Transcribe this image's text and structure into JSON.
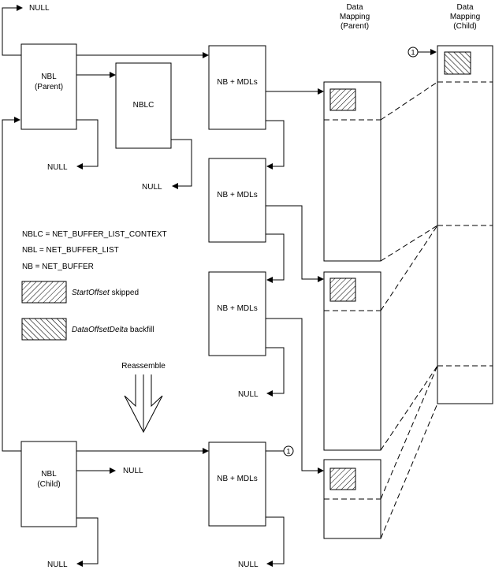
{
  "header": {
    "parent_title": [
      "Data",
      "Mapping",
      "(Parent)"
    ],
    "child_title": [
      "Data",
      "Mapping",
      "(Child)"
    ]
  },
  "boxes": {
    "nbl_parent": [
      "NBL",
      "(Parent)"
    ],
    "nblc": "NBLC",
    "nb_mdls": "NB + MDLs",
    "nbl_child": [
      "NBL",
      "(Child)"
    ]
  },
  "null_label": "NULL",
  "marker": "1",
  "legend": {
    "nblc": "NBLC = NET_BUFFER_LIST_CONTEXT",
    "nbl": "NBL = NET_BUFFER_LIST",
    "nb": "NB = NET_BUFFER",
    "start_offset_italic": "StartOffset",
    "start_offset_rest": " skipped",
    "data_offset_italic": "DataOffsetDelta",
    "data_offset_rest": " backfill"
  },
  "reassemble": "Reassemble",
  "colors": {
    "line": "#000000",
    "fill": "#ffffff"
  }
}
